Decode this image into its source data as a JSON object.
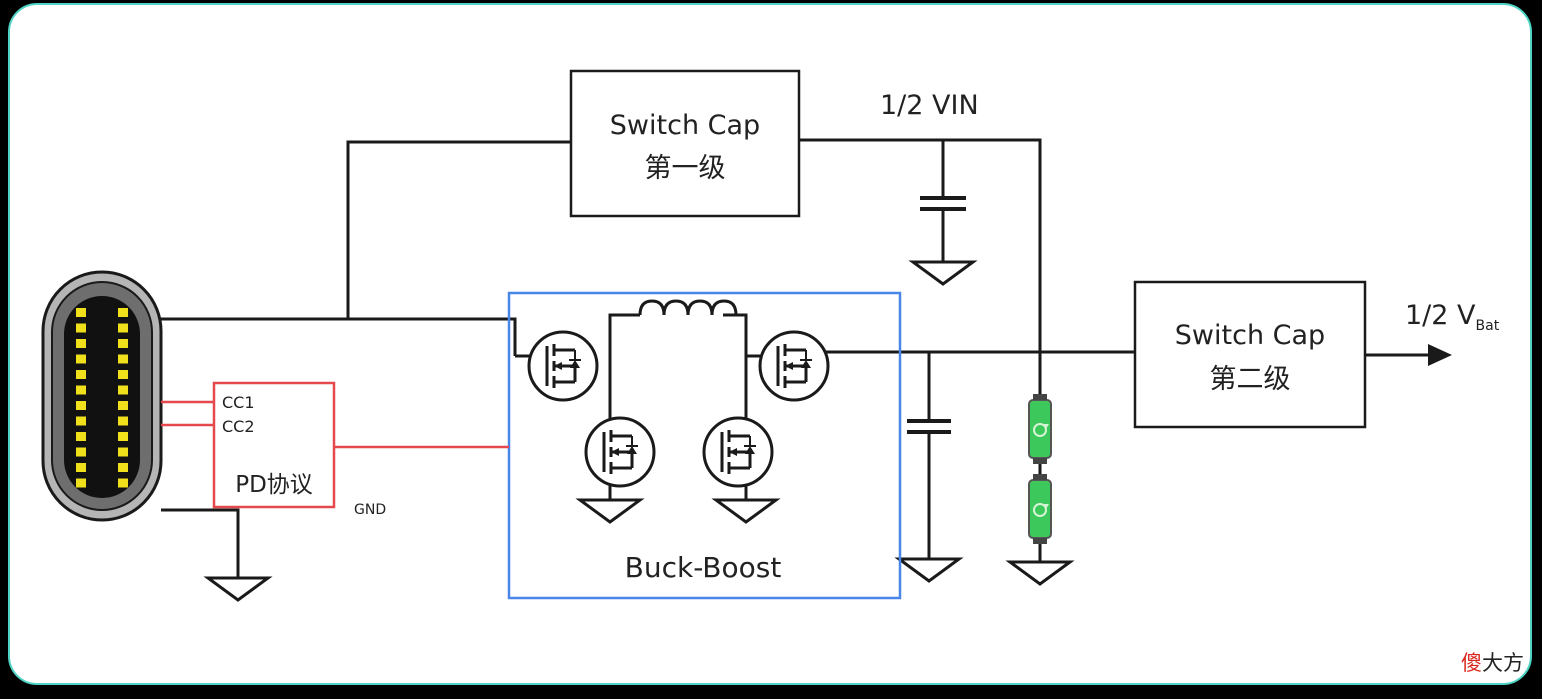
{
  "diagram": {
    "switch_cap_1": {
      "line1": "Switch Cap",
      "line2": "第一级"
    },
    "switch_cap_2": {
      "line1": "Switch Cap",
      "line2": "第二级"
    },
    "half_vin": "1/2 VIN",
    "half_vbat": {
      "prefix": "1/2 V",
      "subscript": "Bat"
    },
    "buck_boost": "Buck-Boost",
    "pd": {
      "cc1": "CC1",
      "cc2": "CC2",
      "label": "PD协议"
    },
    "gnd": "GND",
    "colors": {
      "frame_border": "#4fd3c4",
      "wire": "#1a1a1a",
      "cc_wire": "#e5484d",
      "buck_boost_border": "#4a86e8",
      "battery_green": "#3cc85a",
      "connector_pin": "#f0e01c"
    }
  },
  "watermark": {
    "first": "傻",
    "rest": "大方"
  }
}
